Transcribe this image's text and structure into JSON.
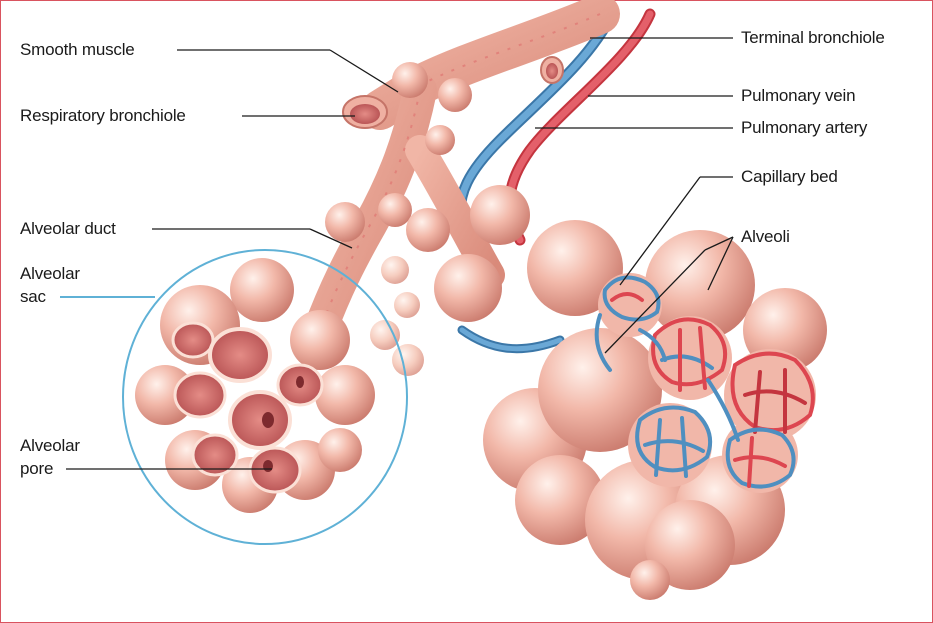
{
  "labels": {
    "smooth_muscle": "Smooth muscle",
    "respiratory_bronchiole": "Respiratory bronchiole",
    "alveolar_duct": "Alveolar duct",
    "alveolar_sac_line1": "Alveolar",
    "alveolar_sac_line2": "sac",
    "alveolar_pore_line1": "Alveolar",
    "alveolar_pore_line2": "pore",
    "terminal_bronchiole": "Terminal bronchiole",
    "pulmonary_vein": "Pulmonary vein",
    "pulmonary_artery": "Pulmonary artery",
    "capillary_bed": "Capillary bed",
    "alveoli": "Alveoli"
  },
  "colors": {
    "tissue": "#eaa494",
    "tissue_light": "#fbe0d6",
    "tissue_dark": "#c9776a",
    "vein": "#4f8fc0",
    "artery": "#dd4650",
    "sac_outline": "#5fb1d6",
    "frame": "#d9535f"
  }
}
